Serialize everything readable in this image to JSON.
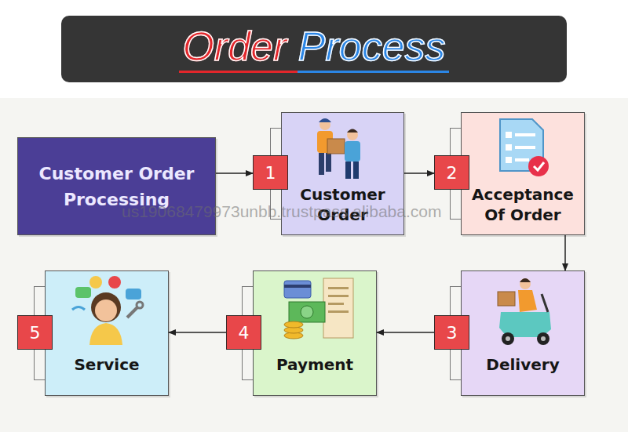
{
  "diagram": {
    "title": "Order Process",
    "nodes": [
      {
        "text": [
          "Customer Order Processing"
        ]
      },
      {
        "text": [
          "Customer Order"
        ]
      },
      {
        "text": [
          "Acceptance Of Order"
        ]
      },
      {
        "text": [
          "Delivery"
        ]
      },
      {
        "text": [
          "Payment"
        ]
      },
      {
        "text": [
          "Service"
        ]
      }
    ],
    "edges": [
      {
        "from": 0,
        "to": 1,
        "arrow": "to"
      },
      {
        "from": 1,
        "to": 2,
        "arrow": "to"
      },
      {
        "from": 2,
        "to": 3,
        "arrow": "to"
      },
      {
        "from": 3,
        "to": 4,
        "arrow": "to"
      },
      {
        "from": 4,
        "to": 5,
        "arrow": "to"
      }
    ],
    "labels": [
      "1",
      "2",
      "3",
      "4",
      "5",
      "us19068479973unbb.trustpass.alibaba.com"
    ]
  }
}
